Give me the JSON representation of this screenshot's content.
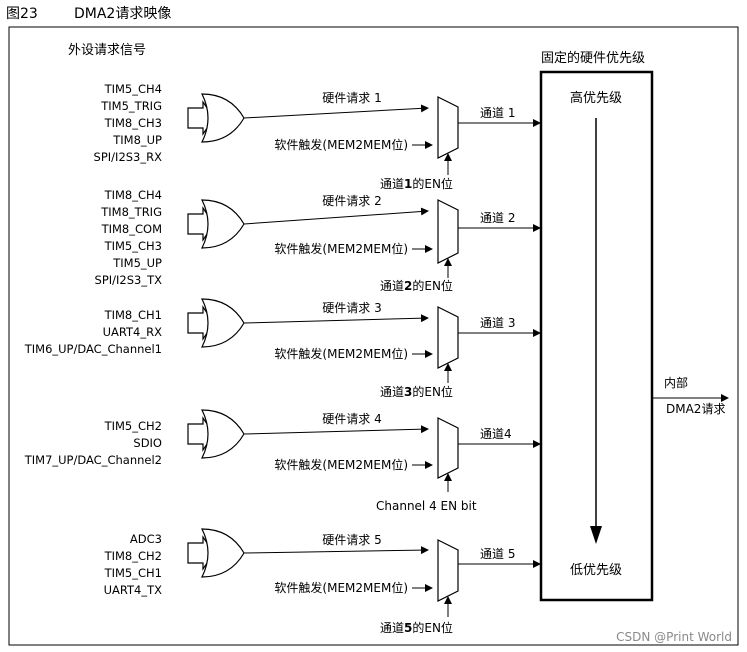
{
  "caption": {
    "number": "图23",
    "title": "DMA2请求映像"
  },
  "header_left": "外设请求信号",
  "priority_box": {
    "title": "固定的硬件优先级",
    "high": "高优先级",
    "low": "低优先级"
  },
  "output": {
    "line1": "内部",
    "line2": "DMA2请求"
  },
  "sw_trigger": "软件触发(MEM2MEM位)",
  "channels": [
    {
      "signals": [
        "TIM5_CH4",
        "TIM5_TRIG",
        "TIM8_CH3",
        "TIM8_UP",
        "SPI/I2S3_RX"
      ],
      "hw_request": "硬件请求 1",
      "channel_label": "通道 1",
      "en_parts": [
        "通道",
        "1",
        "的EN位"
      ]
    },
    {
      "signals": [
        "TIM8_CH4",
        "TIM8_TRIG",
        "TIM8_COM",
        "TIM5_CH3",
        "TIM5_UP",
        "SPI/I2S3_TX"
      ],
      "hw_request": "硬件请求 2",
      "channel_label": "通道 2",
      "en_parts": [
        "通道",
        "2",
        "的EN位"
      ]
    },
    {
      "signals": [
        "TIM8_CH1",
        "UART4_RX",
        "TIM6_UP/DAC_Channel1"
      ],
      "hw_request": "硬件请求 3",
      "channel_label": "通道 3",
      "en_parts": [
        "通道",
        "3",
        "的EN位"
      ]
    },
    {
      "signals": [
        "TIM5_CH2",
        "SDIO",
        "TIM7_UP/DAC_Channel2"
      ],
      "hw_request": "硬件请求 4",
      "channel_label": "通道4",
      "en_parts": [
        "Channel 4 EN bit",
        "",
        ""
      ]
    },
    {
      "signals": [
        "ADC3",
        "TIM8_CH2",
        "TIM5_CH1",
        "UART4_TX"
      ],
      "hw_request": "硬件请求 5",
      "channel_label": "通道 5",
      "en_parts": [
        "通道",
        "5",
        "的EN位"
      ]
    }
  ],
  "watermark": "CSDN @Print World"
}
